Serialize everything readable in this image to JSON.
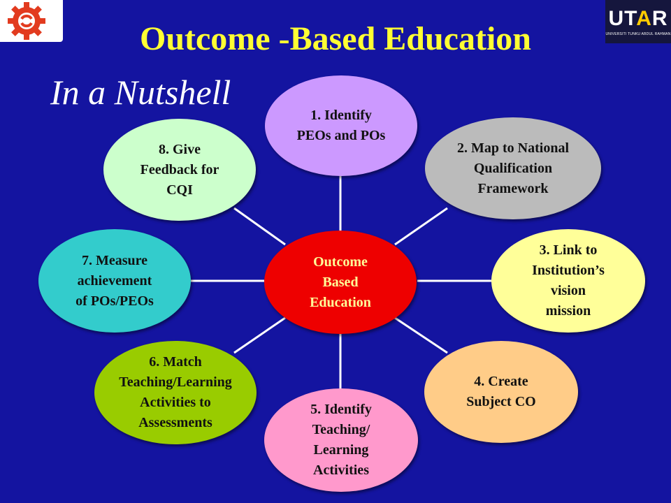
{
  "slide": {
    "title": "Outcome -Based Education",
    "subtitle": "In a Nutshell",
    "logo_right": {
      "brand_main": "UT",
      "brand_accent": "A",
      "brand_end": "R",
      "tagline": "UNIVERSITI TUNKU ABDUL RAHMAN",
      "colors": {
        "background": "#15163d",
        "accent": "#ffcc00"
      }
    },
    "logo_left": {
      "icon": "gear-arrows-logo",
      "colors": {
        "primary": "#e23b1f"
      }
    }
  },
  "diagram": {
    "center": {
      "label": "Outcome\nBased\nEducation",
      "color": "#ee0000"
    },
    "nodes": [
      {
        "id": "node-1",
        "label": "1. Identify\nPEOs and POs",
        "color": "#cc99ff"
      },
      {
        "id": "node-2",
        "label": "2. Map to National\nQualification\nFramework",
        "color": "#bbbbbb"
      },
      {
        "id": "node-3",
        "label": "3. Link to\nInstitution’s\nvision\nmission",
        "color": "#ffff99"
      },
      {
        "id": "node-4",
        "label": "4. Create\nSubject CO",
        "color": "#ffcc88"
      },
      {
        "id": "node-5",
        "label": "5. Identify\nTeaching/\nLearning\nActivities",
        "color": "#ff99cc"
      },
      {
        "id": "node-6",
        "label": "6. Match\nTeaching/Learning\nActivities to\nAssessments",
        "color": "#99cc00"
      },
      {
        "id": "node-7",
        "label": "7. Measure\nachievement\nof POs/PEOs",
        "color": "#33cccc"
      },
      {
        "id": "node-8",
        "label": "8. Give\nFeedback for\nCQI",
        "color": "#ccffcc"
      }
    ],
    "connector_color": "#ffffff"
  }
}
